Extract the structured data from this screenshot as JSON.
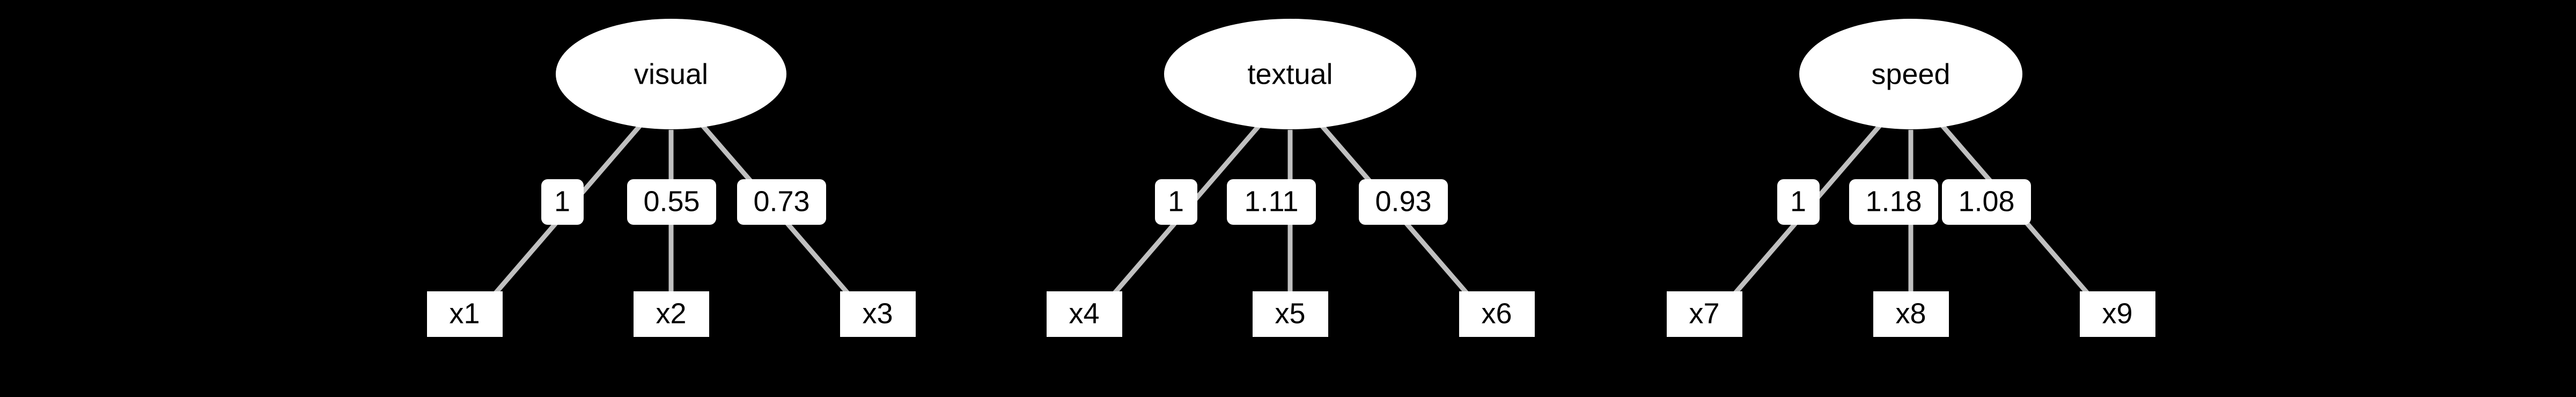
{
  "diagram": {
    "type": "sem-path-diagram",
    "background_color": "#000000",
    "node_fill_color": "#ffffff",
    "node_text_color": "#000000",
    "edge_color": "#c0c0c0",
    "latent_variables": [
      {
        "id": "visual",
        "label": "visual",
        "shape": "ellipse"
      },
      {
        "id": "textual",
        "label": "textual",
        "shape": "ellipse"
      },
      {
        "id": "speed",
        "label": "speed",
        "shape": "ellipse"
      }
    ],
    "observed_variables": [
      {
        "id": "x1",
        "label": "x1",
        "shape": "box"
      },
      {
        "id": "x2",
        "label": "x2",
        "shape": "box"
      },
      {
        "id": "x3",
        "label": "x3",
        "shape": "box"
      },
      {
        "id": "x4",
        "label": "x4",
        "shape": "box"
      },
      {
        "id": "x5",
        "label": "x5",
        "shape": "box"
      },
      {
        "id": "x6",
        "label": "x6",
        "shape": "box"
      },
      {
        "id": "x7",
        "label": "x7",
        "shape": "box"
      },
      {
        "id": "x8",
        "label": "x8",
        "shape": "box"
      },
      {
        "id": "x9",
        "label": "x9",
        "shape": "box"
      }
    ],
    "edges": [
      {
        "from": "visual",
        "to": "x1",
        "label": "1"
      },
      {
        "from": "visual",
        "to": "x2",
        "label": "0.55"
      },
      {
        "from": "visual",
        "to": "x3",
        "label": "0.73"
      },
      {
        "from": "textual",
        "to": "x4",
        "label": "1"
      },
      {
        "from": "textual",
        "to": "x5",
        "label": "1.11"
      },
      {
        "from": "textual",
        "to": "x6",
        "label": "0.93"
      },
      {
        "from": "speed",
        "to": "x7",
        "label": "1"
      },
      {
        "from": "speed",
        "to": "x8",
        "label": "1.18"
      },
      {
        "from": "speed",
        "to": "x9",
        "label": "1.08"
      }
    ]
  }
}
